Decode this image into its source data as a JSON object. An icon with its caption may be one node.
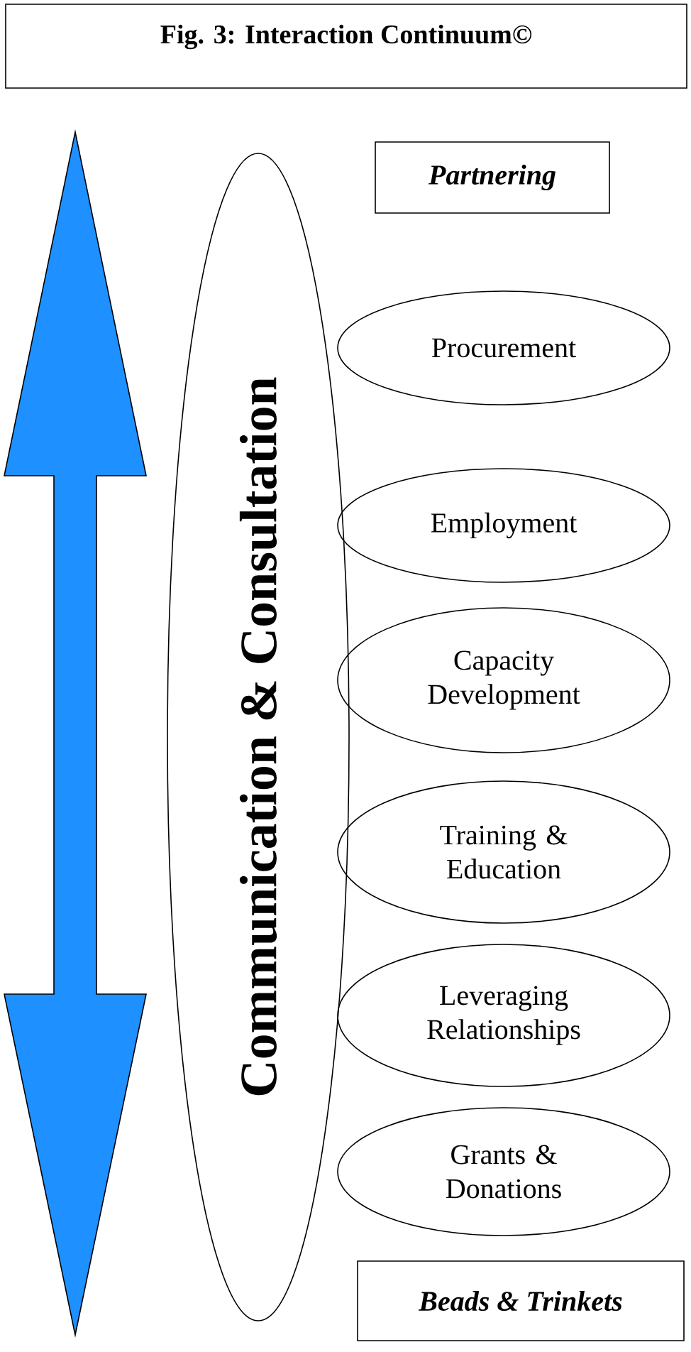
{
  "diagram": {
    "title": "Fig. 3: Interaction Continuum©",
    "nodes": [
      {
        "text": [
          "Communication & Consultation"
        ]
      },
      {
        "text": [
          "Partnering"
        ]
      },
      {
        "text": [
          "Procurement"
        ]
      },
      {
        "text": [
          "Employment"
        ]
      },
      {
        "text": [
          "Capacity Development"
        ]
      },
      {
        "text": [
          "Training & Education"
        ]
      },
      {
        "text": [
          "Leveraging Relationships"
        ]
      },
      {
        "text": [
          "Grants & Donations"
        ]
      },
      {
        "text": [
          "Beads & Trinkets"
        ]
      }
    ]
  }
}
